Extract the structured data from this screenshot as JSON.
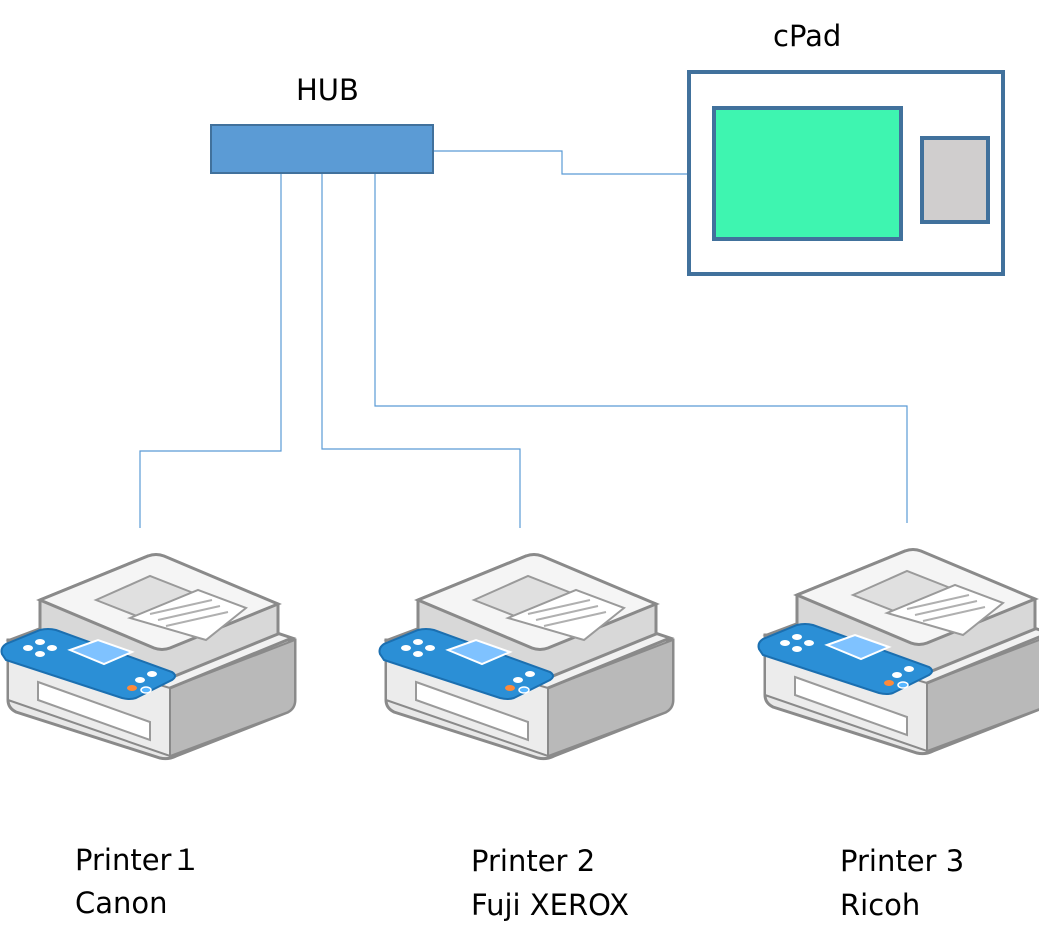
{
  "hub": {
    "label": "HUB",
    "color": "#5b9bd5"
  },
  "cpad": {
    "label": "cPad",
    "frame_color": "#41719c",
    "screen_color": "#3ef5b0",
    "side_panel_color": "#d0cece"
  },
  "printers": [
    {
      "name": "Printer１",
      "brand": "Canon"
    },
    {
      "name": "Printer 2",
      "brand": "Fuji XEROX"
    },
    {
      "name": "Printer 3",
      "brand": "Ricoh"
    }
  ],
  "colors": {
    "link": "#5b9bd5",
    "panel": "#2b8fd6"
  }
}
